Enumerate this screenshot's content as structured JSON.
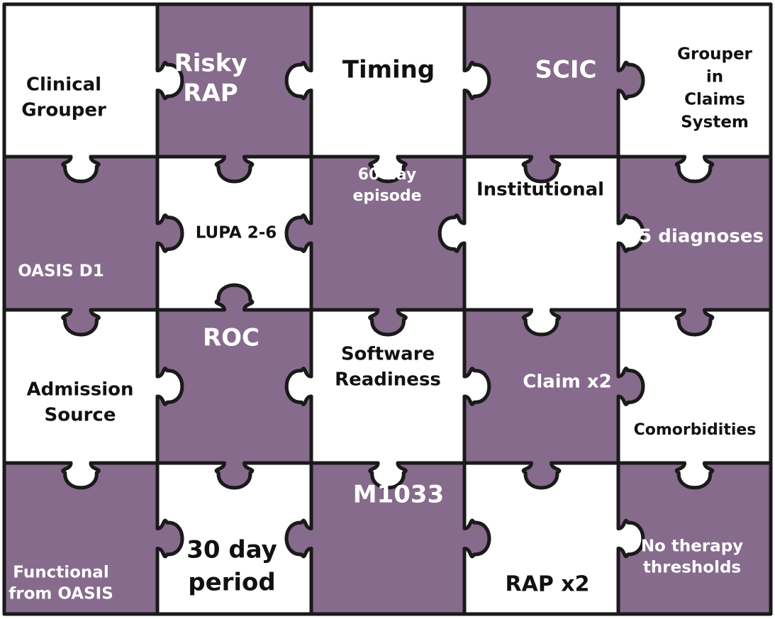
{
  "colors": {
    "purple": "#866b8c",
    "white": "#ffffff",
    "outline": "#1a1a1a",
    "text_dark": "#111111",
    "text_light": "#ffffff"
  },
  "pieces": [
    {
      "id": "clinical-grouper",
      "lines": [
        "Clinical",
        "Grouper"
      ],
      "fill": "white"
    },
    {
      "id": "risky-rap",
      "lines": [
        "Risky",
        "RAP"
      ],
      "fill": "purple"
    },
    {
      "id": "timing",
      "lines": [
        "Timing"
      ],
      "fill": "white"
    },
    {
      "id": "scic",
      "lines": [
        "SCIC"
      ],
      "fill": "purple"
    },
    {
      "id": "grouper-in-claims-system",
      "lines": [
        "Grouper",
        "in",
        "Claims",
        "System"
      ],
      "fill": "white"
    },
    {
      "id": "oasis-d1",
      "lines": [
        "OASIS D1"
      ],
      "fill": "purple"
    },
    {
      "id": "lupa-2-6",
      "lines": [
        "LUPA 2-6"
      ],
      "fill": "white"
    },
    {
      "id": "60-day-episode",
      "lines": [
        "60 day",
        "episode"
      ],
      "fill": "purple"
    },
    {
      "id": "institutional",
      "lines": [
        "Institutional"
      ],
      "fill": "white"
    },
    {
      "id": "25-diagnoses",
      "lines": [
        "25 diagnoses"
      ],
      "fill": "purple"
    },
    {
      "id": "admission-source",
      "lines": [
        "Admission",
        "Source"
      ],
      "fill": "white"
    },
    {
      "id": "roc",
      "lines": [
        "ROC"
      ],
      "fill": "purple"
    },
    {
      "id": "software-readiness",
      "lines": [
        "Software",
        "Readiness"
      ],
      "fill": "white"
    },
    {
      "id": "claim-x2",
      "lines": [
        "Claim x2"
      ],
      "fill": "purple"
    },
    {
      "id": "comorbidities",
      "lines": [
        "Comorbidities"
      ],
      "fill": "white"
    },
    {
      "id": "functional-from-oasis",
      "lines": [
        "Functional",
        "from OASIS"
      ],
      "fill": "purple"
    },
    {
      "id": "30-day-period",
      "lines": [
        "30 day",
        "period"
      ],
      "fill": "white"
    },
    {
      "id": "m1033",
      "lines": [
        "M1033"
      ],
      "fill": "purple"
    },
    {
      "id": "rap-x2",
      "lines": [
        "RAP x2"
      ],
      "fill": "white"
    },
    {
      "id": "no-therapy-thresholds",
      "lines": [
        "No therapy",
        "thresholds"
      ],
      "fill": "purple"
    }
  ]
}
